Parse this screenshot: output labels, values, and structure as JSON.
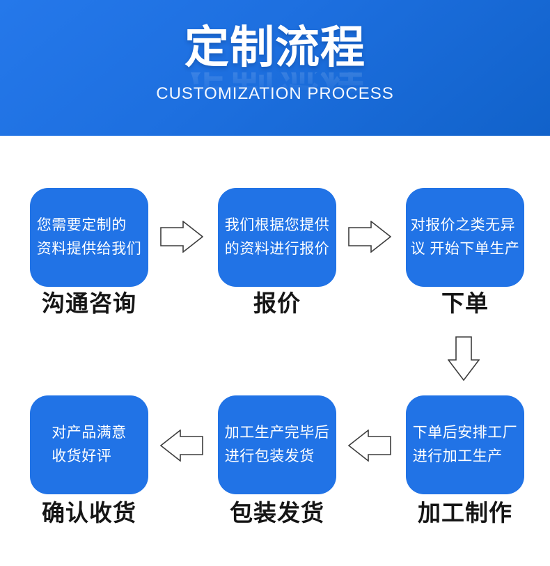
{
  "banner": {
    "title": "定制流程",
    "subtitle": "CUSTOMIZATION PROCESS"
  },
  "flow": {
    "steps": [
      {
        "line1": "您需要定制的",
        "line2": "资料提供给我们",
        "label": "沟通咨询"
      },
      {
        "line1": "我们根据您提供",
        "line2": "的资料进行报价",
        "label": "报价"
      },
      {
        "line1": "对报价之类无异",
        "line2": "议 开始下单生产",
        "label": "下单"
      },
      {
        "line1": "下单后安排工厂",
        "line2": "进行加工生产",
        "label": "加工制作"
      },
      {
        "line1": "加工生产完毕后",
        "line2": "进行包装发货",
        "label": "包装发货"
      },
      {
        "line1": "对产品满意",
        "line2": "收货好评",
        "label": "确认收货"
      }
    ]
  },
  "icons": {
    "arrow_right": "arrow-right-icon",
    "arrow_down": "arrow-down-icon",
    "arrow_left": "arrow-left-icon"
  },
  "colors": {
    "banner_gradient_start": "#2578ea",
    "banner_gradient_end": "#1162ca",
    "box_blue": "#2173e6",
    "box_text": "#ffffff",
    "label_text": "#151515",
    "arrow_fill": "#ffffff",
    "arrow_outline": "#3d3d3d"
  }
}
